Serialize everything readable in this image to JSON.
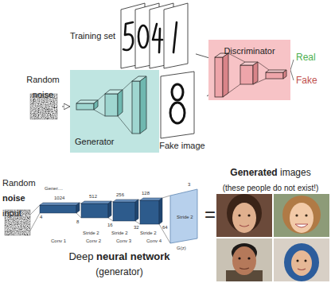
{
  "diagram": {
    "nodes": [
      {
        "text": [
          "Training set"
        ]
      },
      {
        "text": [
          "Random noise"
        ]
      },
      {
        "text": [
          "Generator"
        ]
      },
      {
        "text": [
          "Fake image"
        ]
      },
      {
        "text": [
          "Discriminator"
        ]
      },
      {
        "text": [
          "Random",
          "noise",
          "input"
        ]
      },
      {
        "text": [
          "Deep",
          "neural network",
          "(generator)"
        ]
      },
      {
        "text": [
          "Generated",
          "images",
          "(these people do not exist!)"
        ]
      }
    ],
    "edges": [
      {
        "from": 1,
        "to": 2,
        "arrow": "to"
      },
      {
        "from": 0,
        "to": 4,
        "arrow": "none"
      },
      {
        "from": 3,
        "to": 4,
        "arrow": "none"
      }
    ],
    "labels": [
      "Real",
      "Fake",
      "=",
      "Gener....",
      "1024",
      "512",
      "256",
      "128",
      "3",
      "4",
      "8",
      "16",
      "32",
      "64",
      "Stride 2",
      "Stride 2",
      "Stride 2",
      "Stride 2",
      "Conv 1",
      "Conv 2",
      "Conv 3",
      "Conv 4",
      "G(z)"
    ]
  }
}
